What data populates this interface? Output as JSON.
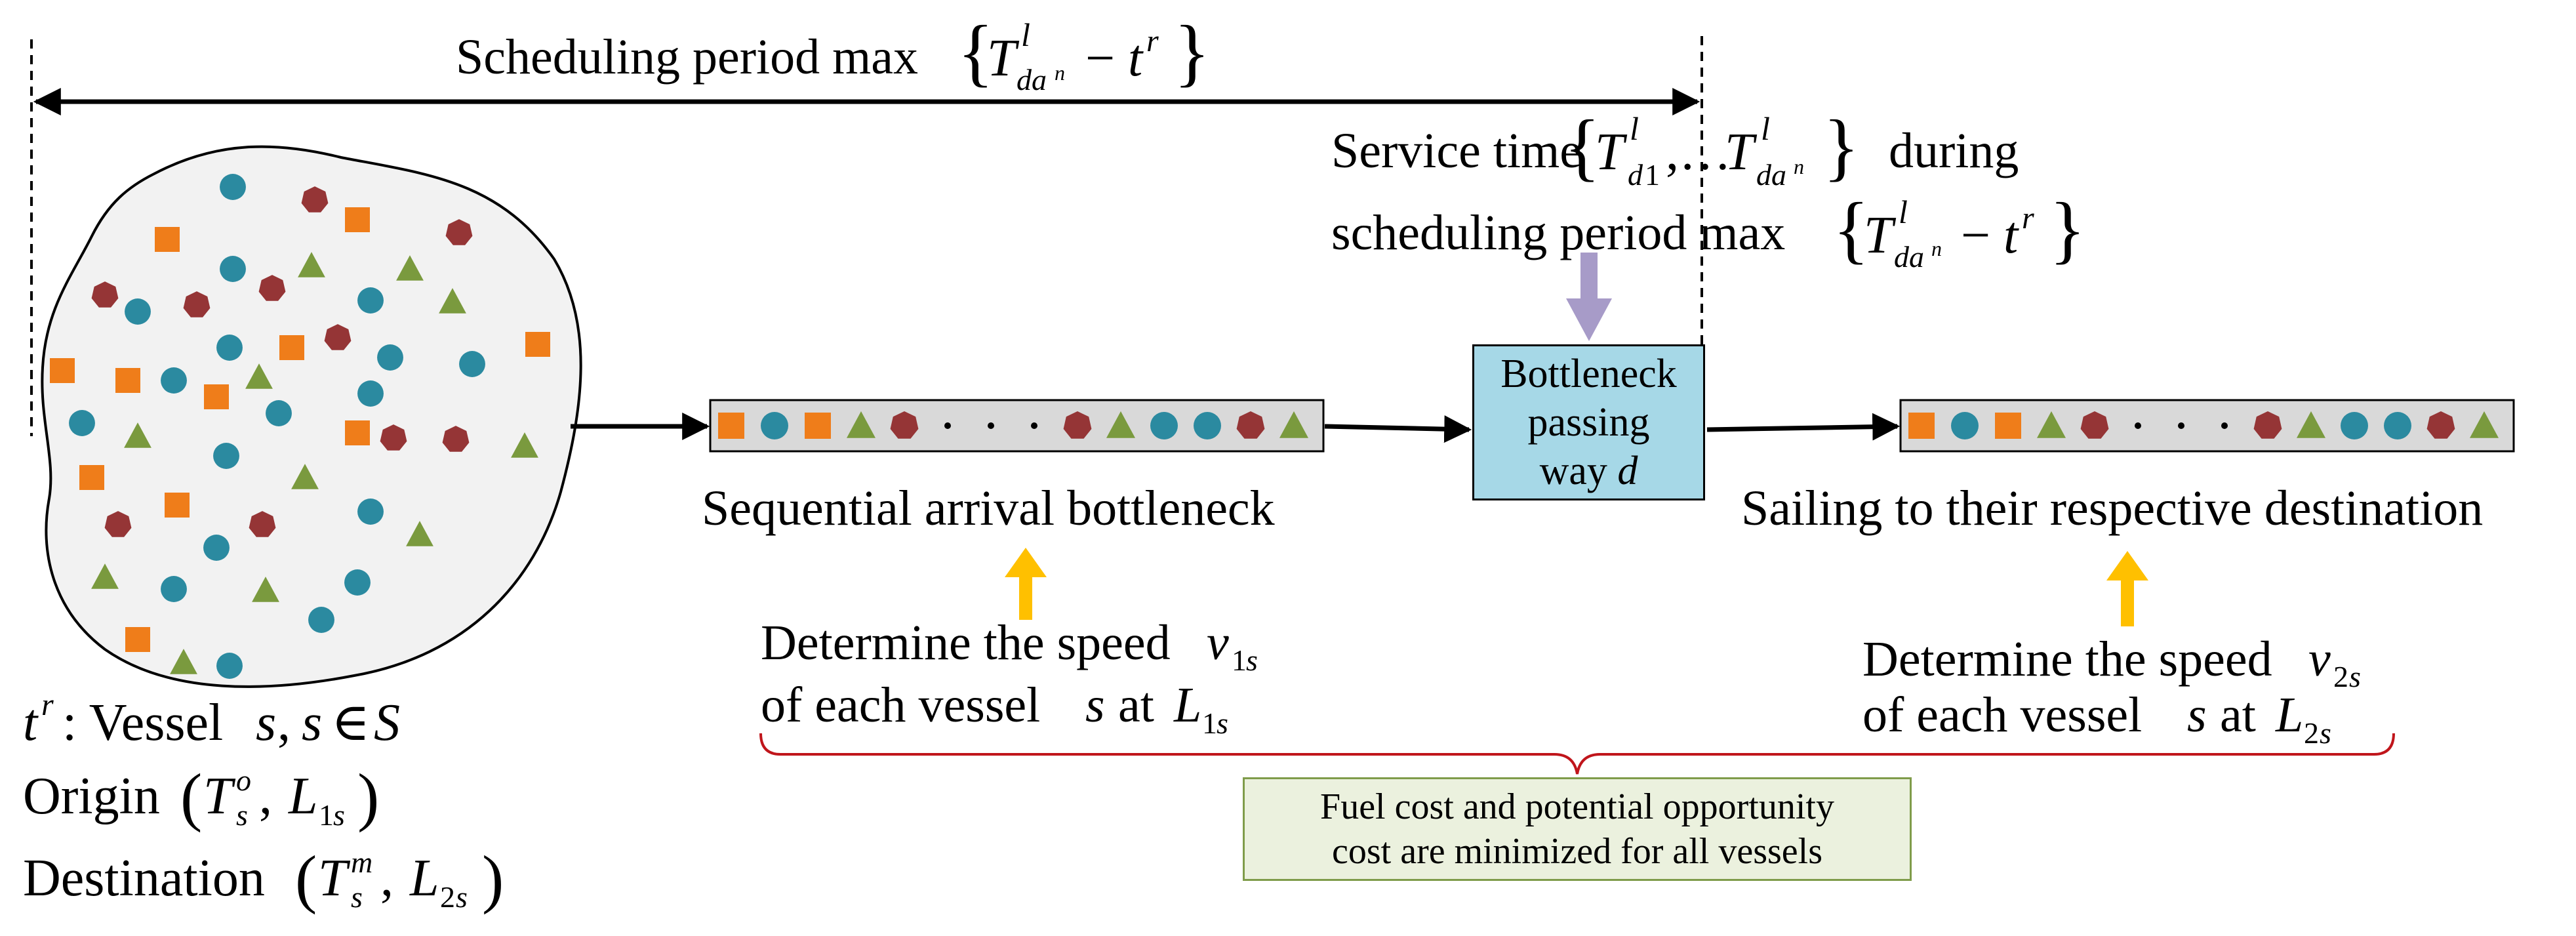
{
  "scheduling_period": {
    "label": "Scheduling period max",
    "formula": "{T^l_da^n − t^r}"
  },
  "service_time": {
    "line1": "Service time",
    "set": "{T^l_d1 ,…T^l_da^n}",
    "during": "during",
    "line2": "scheduling period max",
    "formula": "{T^l_da^n − t^r}"
  },
  "bottleneck_box": {
    "line1": "Bottleneck",
    "line2": "passing",
    "line3": "way d"
  },
  "captions": {
    "sequential": "Sequential arrival bottleneck",
    "sailing": "Sailing to their respective destination"
  },
  "speed_left": {
    "line1": "Determine the speed v_1s",
    "line2": "of each vessel s at L_1s"
  },
  "speed_right": {
    "line1": "Determine the speed v_2s",
    "line2": "of each vessel s at L_2s"
  },
  "vessel_info": {
    "line1": "t^r : Vessel s, s ∈ S",
    "line2": "Origin (T^o_s , L_1s)",
    "line3": "Destination (T^m_s , L_2s)"
  },
  "objective": {
    "line1": "Fuel cost and potential opportunity",
    "line2": "cost are minimized for all vessels"
  },
  "colors": {
    "square": "#ef7d1a",
    "circle": "#2b8aa0",
    "triangle": "#7a9a3e",
    "hexagon": "#953536",
    "bottleneck_fill": "#a6d8e7",
    "objective_fill": "#ebf1de",
    "objective_border": "#7f9c4a",
    "brace": "#c0151b",
    "arrow_yellow": "#ffc000",
    "arrow_purple": "#a79bc8",
    "cloud_fill": "#f2f2f2"
  },
  "queue_pattern": [
    "square",
    "circle",
    "square",
    "triangle",
    "hexagon",
    "dot",
    "dot",
    "dot",
    "hexagon",
    "triangle",
    "circle",
    "circle",
    "hexagon",
    "triangle"
  ]
}
